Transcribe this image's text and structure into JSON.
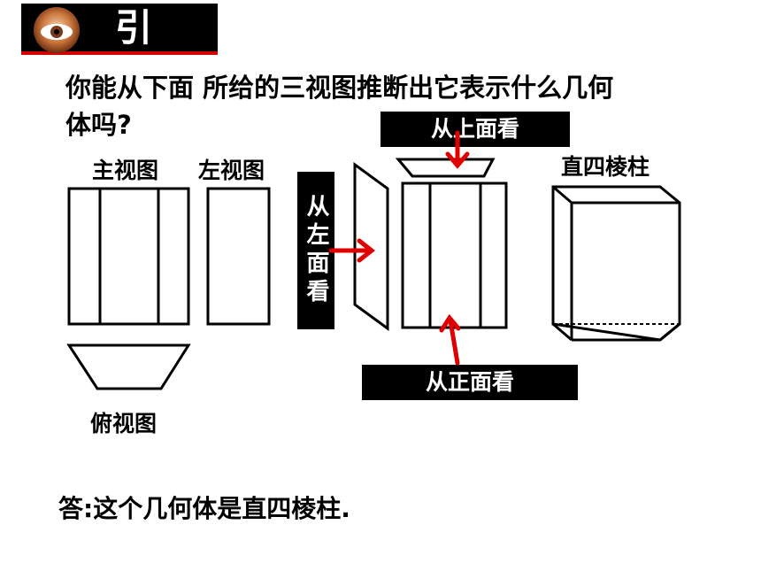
{
  "header": {
    "title": "引 例",
    "logo_icon": "eye-icon",
    "accent": "#d40000"
  },
  "question": {
    "line1": "你能从下面 所给的三视图推断出它表示什么几何",
    "line2": "体吗?"
  },
  "labels": {
    "front_view": "主视图",
    "left_view": "左视图",
    "top_view": "俯视图",
    "from_top": "从上面看",
    "from_left": "从左面看",
    "from_front": "从正面看",
    "solid_name": "直四棱柱"
  },
  "answer": "答:这个几何体是直四棱柱.",
  "colors": {
    "arrow": "#e00000",
    "ink": "#000000"
  }
}
